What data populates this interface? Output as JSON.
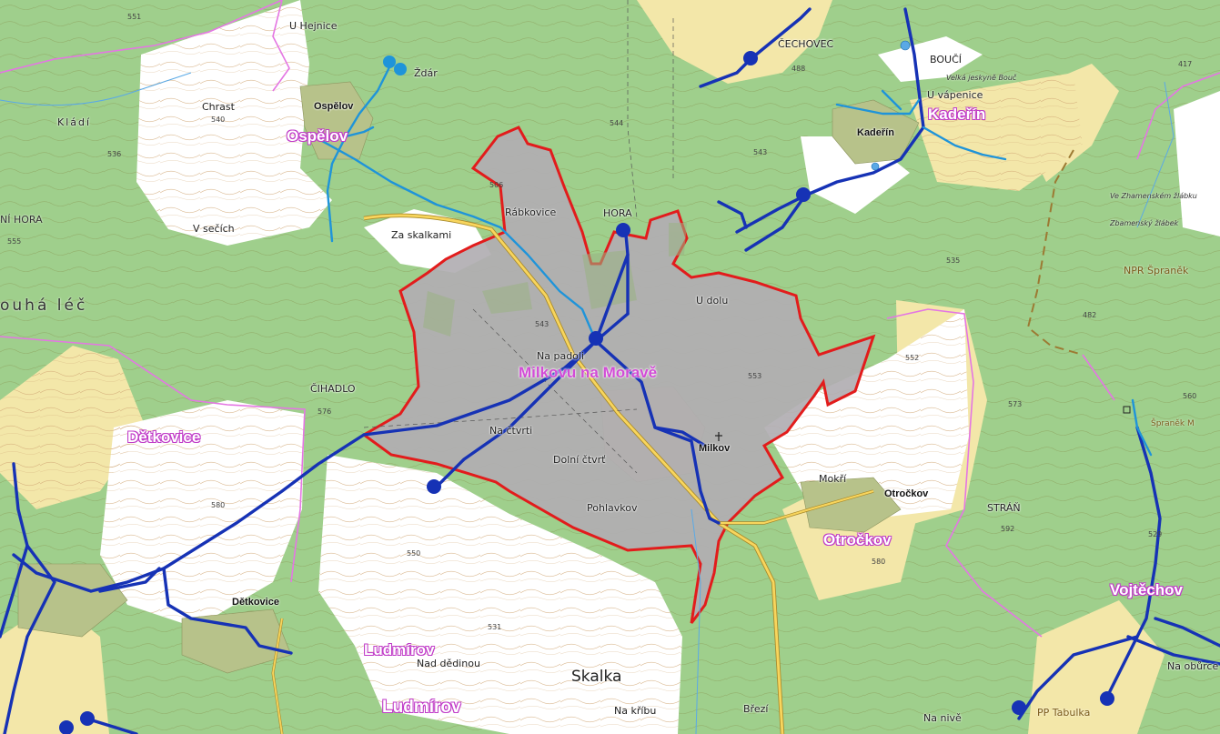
{
  "map": {
    "focus_area": "Milkovu na Moravě",
    "regions": [
      "Ospělov",
      "Kadeřín",
      "Dětkovice",
      "Ludmírov",
      "Ludmírov",
      "Otročkov",
      "Vojtěchov"
    ],
    "villages": [
      "Ospělov",
      "Kadeřín",
      "Milkov",
      "Otročkov",
      "Dětkovice"
    ],
    "places": [
      "U Hejnice",
      "Chrast",
      "Kládí",
      "Ždár",
      "V sečích",
      "Za skalkami",
      "Rábkovice",
      "HORA",
      "ČECHOVEC",
      "BOUČÍ",
      "U vápenice",
      "U dolu",
      "Na padoli",
      "ČIHADLO",
      "Na čtvrti",
      "Dolní čtvrť",
      "Pohlavkov",
      "Mokří",
      "STRÁŇ",
      "Nad dědinou",
      "Skalka",
      "Na kříbu",
      "Březí",
      "Na nivě",
      "Na obůrce"
    ],
    "areas": [
      "NÍ HORA",
      "ouhá léč"
    ],
    "reserves": [
      "NPR Špraněk",
      "Špraněk M",
      "PP Tabulka"
    ],
    "small_labels": [
      "Velká jeskyně Bouč",
      "Ve Zhamenském žlábku",
      "Zbamenský žlábek"
    ],
    "elevations": [
      "540",
      "543",
      "543",
      "544",
      "553",
      "552",
      "536",
      "576",
      "555",
      "580",
      "550",
      "573",
      "531",
      "535",
      "506",
      "488",
      "417",
      "482",
      "580",
      "592",
      "529",
      "560",
      "551"
    ],
    "colors": {
      "forest": "#9fcf8c",
      "meadow": "#ffffff",
      "field": "#f3e7a9",
      "built": "#b7c28a",
      "focus_fill": "#b1aeb2",
      "focus_border": "#e21c1c",
      "network_main": "#1632b5",
      "network_branch": "#1f94d9",
      "district_boundary": "#e476e3",
      "road": "#f8d55d",
      "contour": "#d1a876"
    },
    "icons": [
      "water-node-icon",
      "church-icon",
      "reservoir-icon"
    ]
  }
}
